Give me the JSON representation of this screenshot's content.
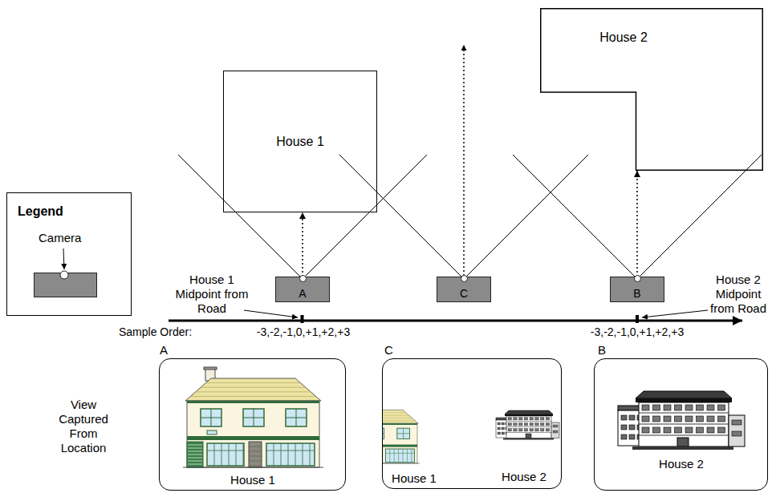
{
  "diagram": {
    "nodes": [
      {
        "text": [
          "House 1"
        ]
      },
      {
        "text": [
          "House 2"
        ]
      },
      {
        "text": [
          "A"
        ]
      },
      {
        "text": [
          "C"
        ]
      },
      {
        "text": [
          "B"
        ]
      },
      {
        "text": [
          "A",
          "House 1"
        ]
      },
      {
        "text": [
          "C",
          "House 1",
          "House 2"
        ]
      },
      {
        "text": [
          "B",
          "House 2"
        ]
      }
    ],
    "edges": [
      {
        "from": 2,
        "to": 0,
        "arrow": "to"
      },
      {
        "from": 4,
        "to": 1,
        "arrow": "to"
      }
    ],
    "labels": [
      "Legend",
      "House 1 Midpoint from Road",
      "House 2 Midpoint from Road",
      "Sample Order:",
      "-3,-2,-1,0,+1,+2,+3",
      "-3,-2,-1,0,+1,+2,+3",
      "View Captured From Location"
    ],
    "legend": [
      {
        "text": "Camera"
      }
    ]
  }
}
